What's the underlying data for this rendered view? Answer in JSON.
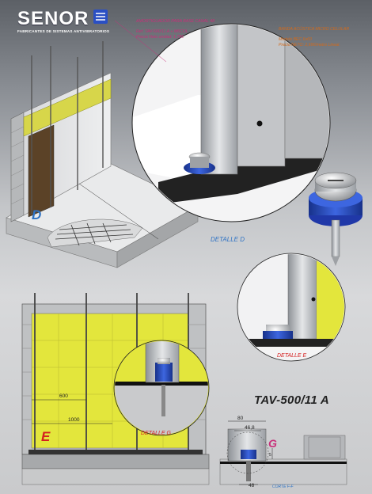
{
  "brand": {
    "name": "SENOR",
    "tagline": "FABRICANTES DE SISTEMAS ANTIVIBRATORIOS"
  },
  "damper": {
    "title": "AMORTIGUADOR PARA BASE CANAL 48",
    "ref": "Ref. TAV-500/11 A + M6COL",
    "price": "Precio Neto unidad: 1,78€"
  },
  "band": {
    "title": "BANDA ACÚSTICA MICRO CELULAR",
    "model": "Modelo BEC 6x60",
    "price": "Precio NETO: 2,69€/metro Lineal."
  },
  "labels": {
    "d": "D",
    "detalle_d": "DETALLE D",
    "e": "E",
    "detalle_e": "DETALLE E",
    "detalle_g": "DETALLE G",
    "g": "G",
    "corte": "CORTE F-F"
  },
  "model_title": "TAV-500/11 A",
  "dimensions": {
    "d600": "600",
    "d1000": "1000",
    "d80": "80",
    "d46": "46,8",
    "d5": "5",
    "d48": "48"
  },
  "colors": {
    "insulation": "#e3e63c",
    "damper_blue": "#2a4fc4",
    "accent_blue": "#2d72c4",
    "accent_red": "#d42020",
    "accent_pink": "#c8307a",
    "accent_orange": "#d46a1a"
  }
}
